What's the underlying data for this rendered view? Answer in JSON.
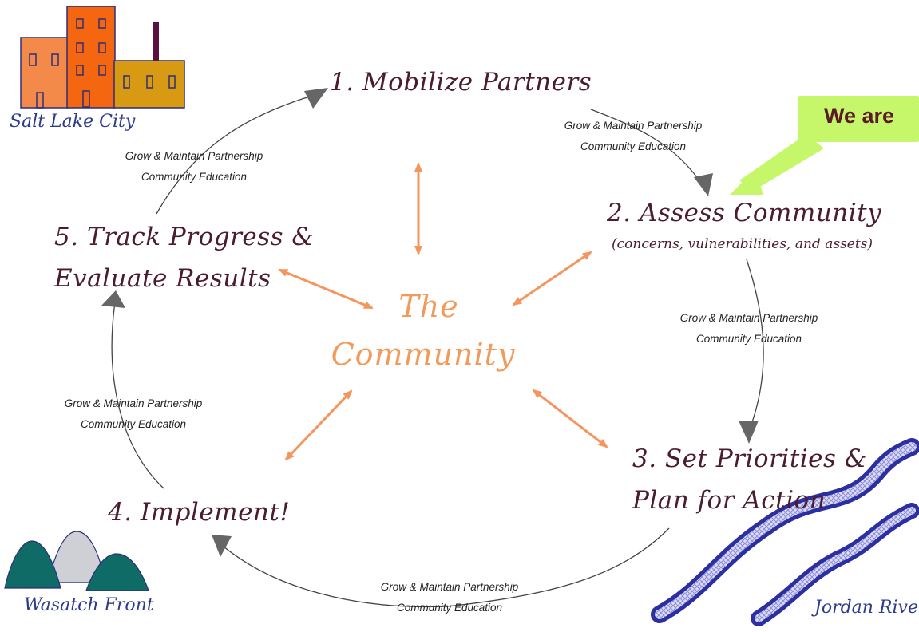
{
  "steps": {
    "step1": "1. Mobilize Partners",
    "step2": "2. Assess Community",
    "step2_sub": "(concerns, vulnerabilities, and assets)",
    "step3_line1": "3. Set Priorities &",
    "step3_line2": "Plan for Action",
    "step4": "4. Implement!",
    "step5_line1": "5. Track Progress &",
    "step5_line2": "Evaluate Results"
  },
  "center": {
    "line1": "The",
    "line2": "Community"
  },
  "notes": {
    "line1": "Grow & Maintain Partnership",
    "line2": "Community Education"
  },
  "places": {
    "city": "Salt Lake City",
    "mountains": "Wasatch Front",
    "river": "Jordan River"
  },
  "callout": {
    "text": "We are"
  },
  "colors": {
    "step_text": "#4a1c2e",
    "center_text": "#f29a5a",
    "center_arrows": "#f4955e",
    "cycle_arrowhead": "#666666",
    "callout_fill": "#c6f66a",
    "place_text": "#2e3a8c"
  },
  "icons": {
    "city": "city-buildings-icon",
    "mountains": "mountains-icon",
    "river": "river-icon"
  }
}
